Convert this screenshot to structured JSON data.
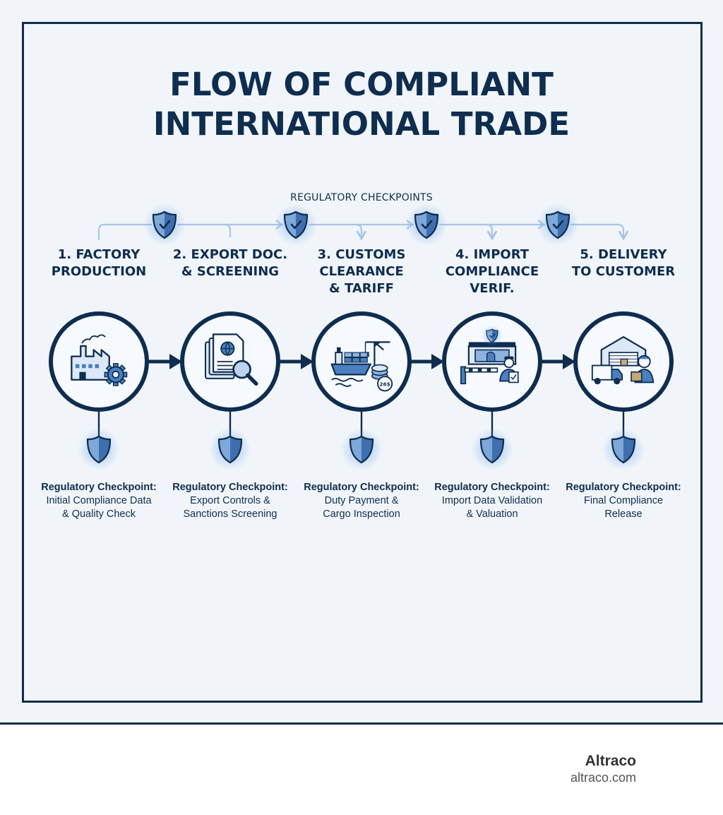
{
  "title": {
    "line1": "FLOW OF COMPLIANT",
    "line2": "INTERNATIONAL TRADE"
  },
  "regulatory_header": "REGULATORY CHECKPOINTS",
  "steps": [
    {
      "title_lines": [
        "1. FACTORY",
        "PRODUCTION"
      ],
      "icon": "factory-gear-icon",
      "checkpoint_label": "Regulatory Checkpoint:",
      "checkpoint_lines": [
        "Initial Compliance Data",
        "& Quality Check"
      ]
    },
    {
      "title_lines": [
        "2. EXPORT DOC.",
        "& SCREENING"
      ],
      "icon": "documents-magnifier-icon",
      "checkpoint_label": "Regulatory Checkpoint:",
      "checkpoint_lines": [
        "Export Controls &",
        "Sanctions Screening"
      ]
    },
    {
      "title_lines": [
        "3. CUSTOMS",
        "CLEARANCE",
        "& TARIFF"
      ],
      "icon": "ship-crane-coins-icon",
      "checkpoint_label": "Regulatory Checkpoint:",
      "checkpoint_lines": [
        "Duty Payment &",
        "Cargo Inspection"
      ]
    },
    {
      "title_lines": [
        "4. IMPORT",
        "COMPLIANCE",
        "VERIF."
      ],
      "icon": "border-checkpoint-officer-icon",
      "checkpoint_label": "Regulatory Checkpoint:",
      "checkpoint_lines": [
        "Import Data Validation",
        "& Valuation"
      ]
    },
    {
      "title_lines": [
        "5. DELIVERY",
        "TO CUSTOMER"
      ],
      "icon": "warehouse-delivery-icon",
      "checkpoint_label": "Regulatory Checkpoint:",
      "checkpoint_lines": [
        "Final Compliance",
        "Release"
      ]
    }
  ],
  "coin_label": "26$",
  "brand": {
    "name": "Altraco",
    "url": "altraco.com"
  },
  "colors": {
    "navy": "#0e2d4f",
    "accent_blue": "#4a7fc1",
    "light_blue": "#a9c5e6",
    "glow": "#5b9bf0",
    "background": "#f1f5f9"
  }
}
